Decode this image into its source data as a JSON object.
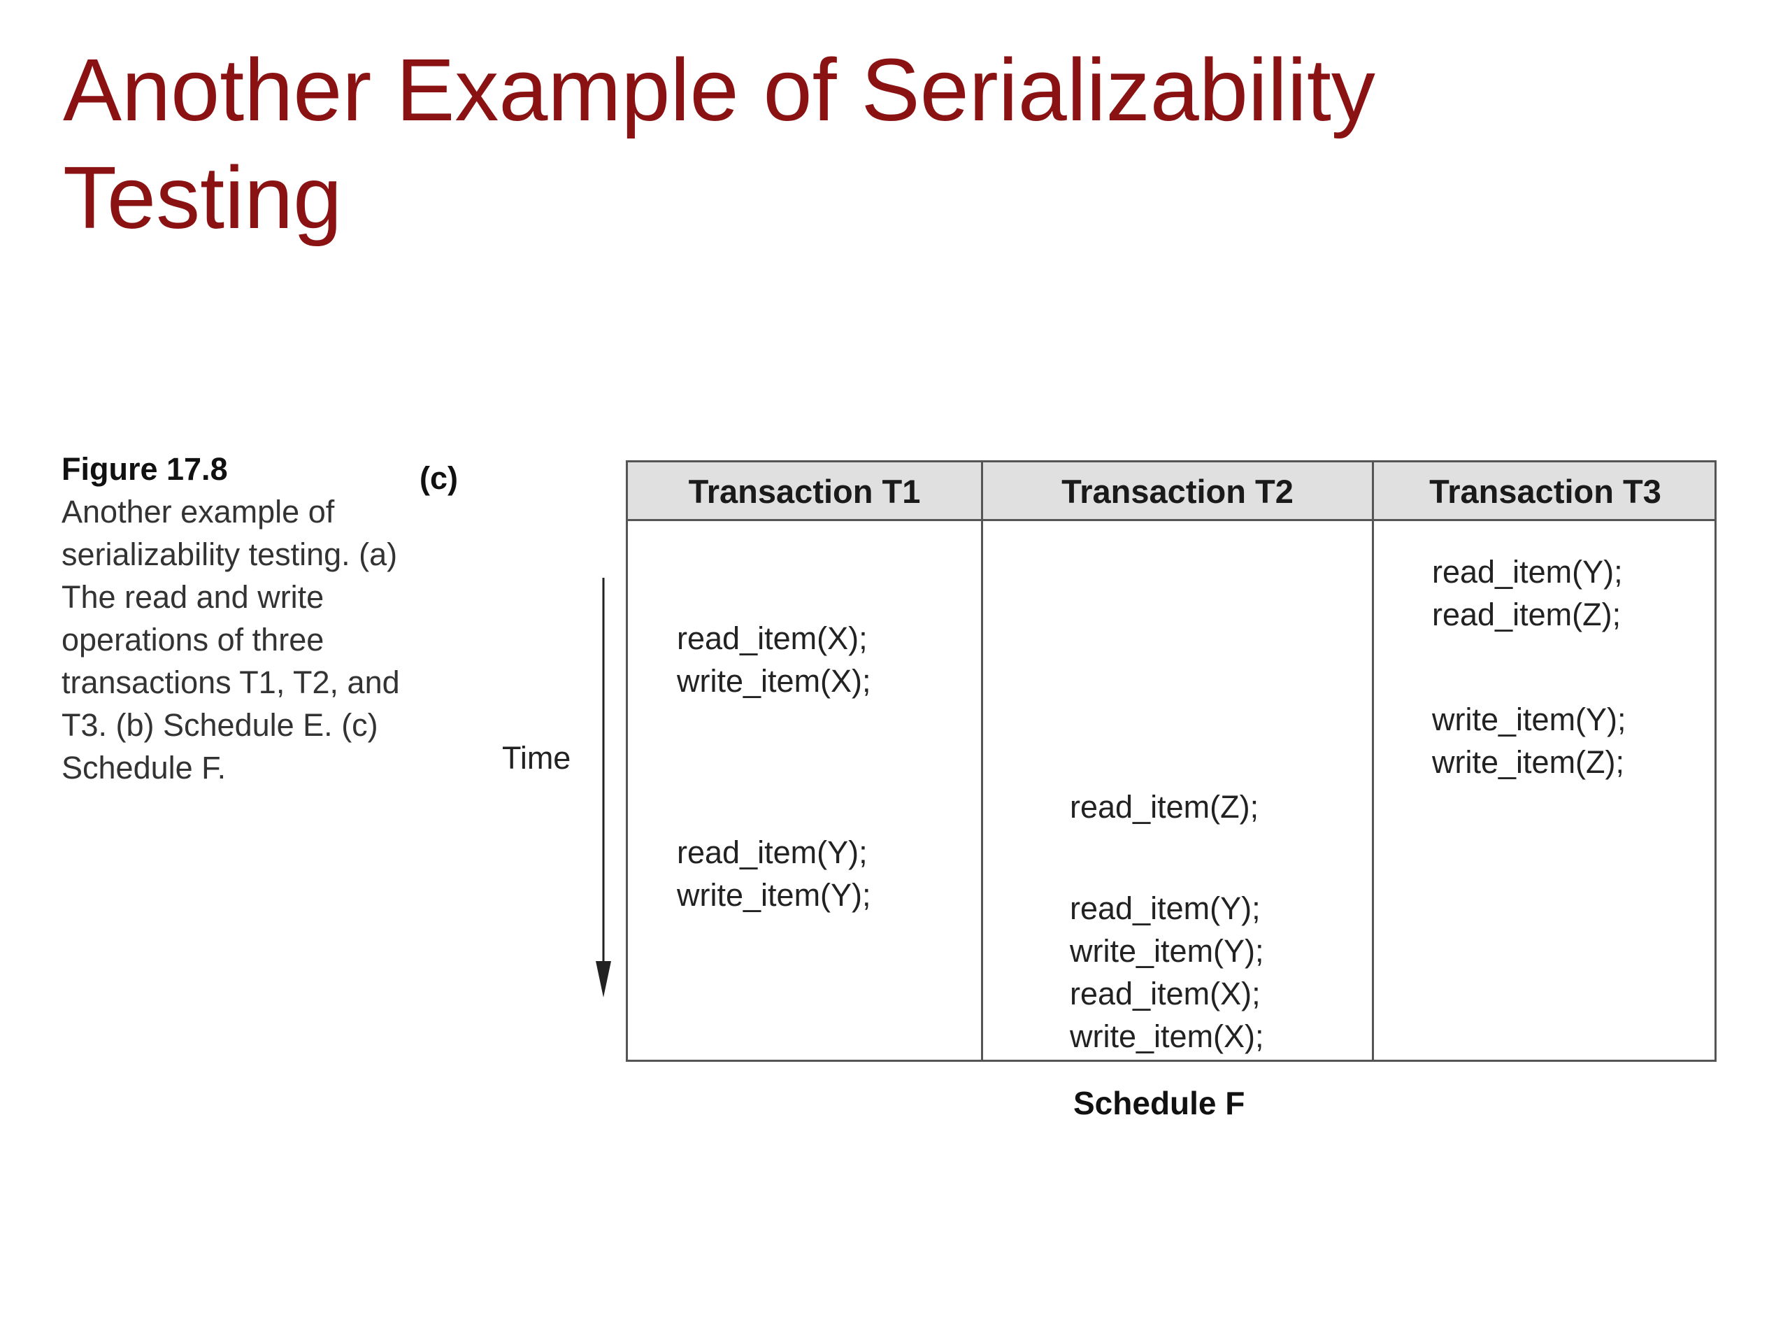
{
  "slide": {
    "title": "Another Example of Serializability Testing"
  },
  "caption": {
    "figure_label": "Figure 17.8",
    "text": "Another example of serializability testing. (a) The read and write operations of three transactions T1, T2, and T3. (b) Schedule E. (c) Schedule F."
  },
  "figure": {
    "part_label": "(c)",
    "time_label": "Time",
    "schedule_name": "Schedule F",
    "columns": [
      {
        "header": "Transaction T1",
        "operations": [
          "read_item(X);",
          "write_item(X);",
          "read_item(Y);",
          "write_item(Y);"
        ]
      },
      {
        "header": "Transaction T2",
        "operations": [
          "read_item(Z);",
          "read_item(Y);",
          "write_item(Y);",
          "read_item(X);",
          "write_item(X);"
        ]
      },
      {
        "header": "Transaction T3",
        "operations": [
          "read_item(Y);",
          "read_item(Z);",
          "write_item(Y);",
          "write_item(Z);"
        ]
      }
    ]
  },
  "colors": {
    "title": "#8b1212",
    "header_bg": "#e0e0e0",
    "border": "#555555"
  }
}
